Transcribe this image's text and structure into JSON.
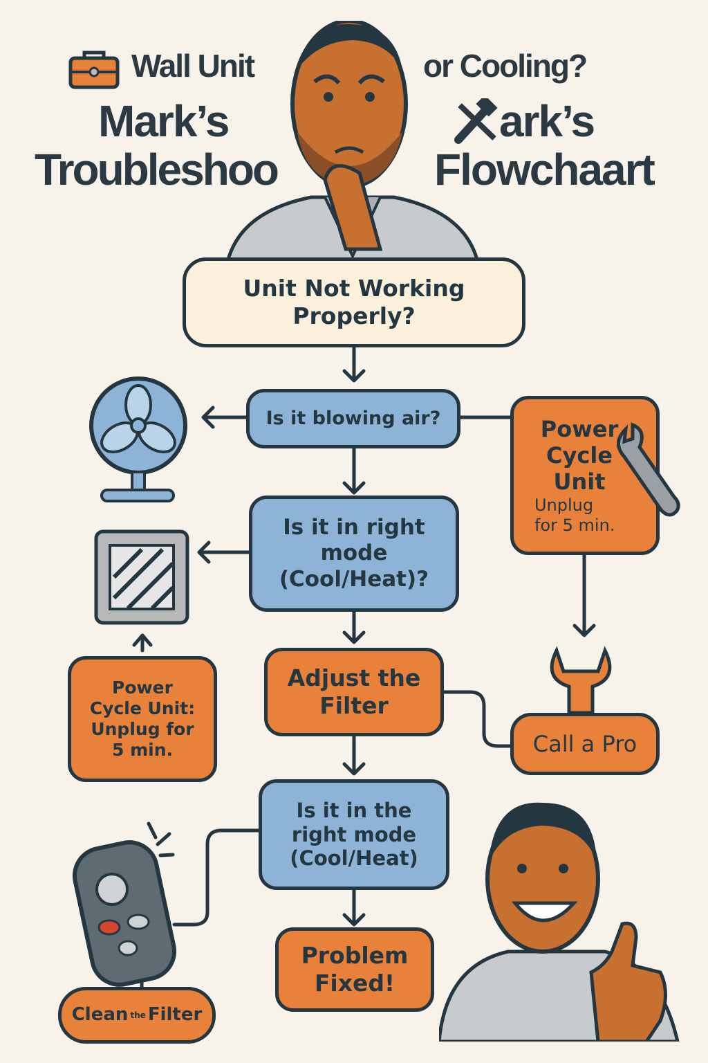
{
  "header": {
    "line1_left": "Wall Unit",
    "line1_right": "or Cooling?",
    "line2_left": "Mark’s",
    "line2_right": "ark’s",
    "line3_left": "Troubleshoo",
    "line3_right": "Flowchaart"
  },
  "nodes": {
    "start": "Unit Not Working Properly?",
    "blowing": "Is it blowing air?",
    "mode1": "Is it in right mode (Cool/Heat)?",
    "power_right_title": "Power Cycle Unit",
    "power_right_sub": "Unplug for 5 min.",
    "adjust": "Adjust the Filter",
    "power_left": "Power Cycle Unit: Unplug for 5 min.",
    "call_pro": "Call a Pro",
    "mode2": "Is it in the right mode (Cool/Heat)",
    "fixed": "Problem Fixed!",
    "clean_a": "Clean",
    "clean_small": "the",
    "clean_b": "Filter"
  },
  "colors": {
    "dark": "#243640",
    "orange": "#e8823a",
    "blue": "#8db4d6",
    "cream": "#faf0dc",
    "bg": "#f8f3ea"
  }
}
